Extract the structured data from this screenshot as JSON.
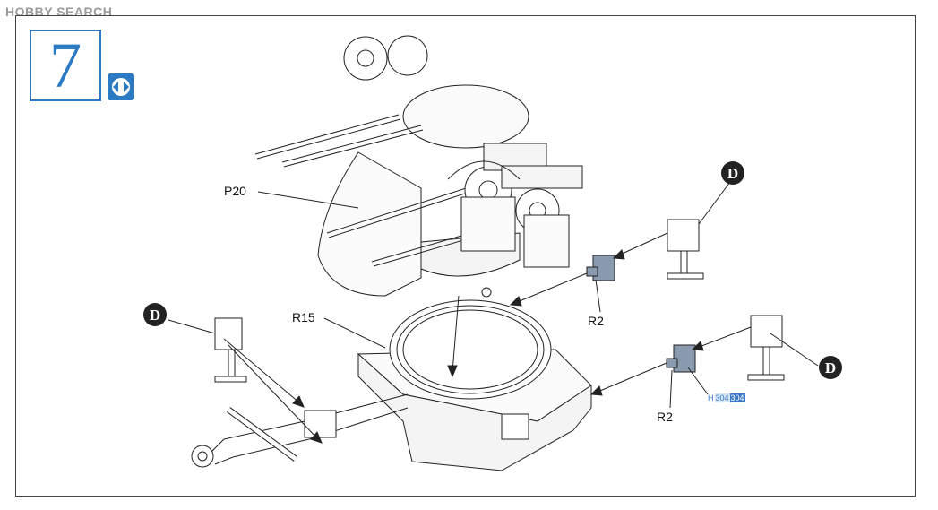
{
  "watermark": "HOBBY SEARCH",
  "step": {
    "number": "7"
  },
  "parts": {
    "p20": "P20",
    "r15": "R15",
    "r2_upper": "R2",
    "r2_lower": "R2"
  },
  "callouts": {
    "d_top_right": "D",
    "d_left": "D",
    "d_right": "D"
  },
  "paint_code": {
    "prefix": "H",
    "code1": "304",
    "code2": "304"
  },
  "colors": {
    "accent": "#2b7bc4",
    "part_highlight": "#8a9bb0",
    "line": "#222222"
  }
}
